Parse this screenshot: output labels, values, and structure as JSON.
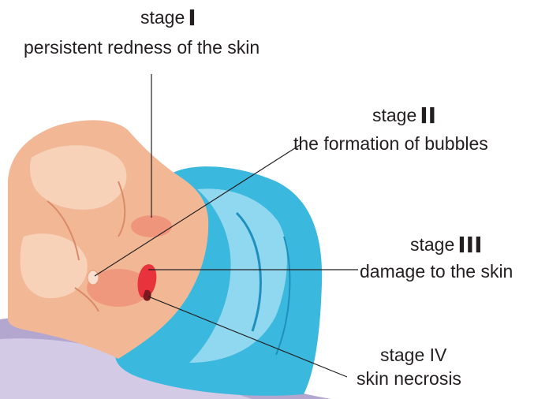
{
  "stages": [
    {
      "stage_word": "stage",
      "numeral": "I",
      "description": "persistent redness of the skin"
    },
    {
      "stage_word": "stage",
      "numeral": "II",
      "description": "the formation of bubbles"
    },
    {
      "stage_word": "stage",
      "numeral": "III",
      "description": "damage to the skin"
    },
    {
      "stage_word": "stage IV",
      "numeral": "",
      "description": "skin necrosis"
    }
  ],
  "colors": {
    "skin": "#f2b896",
    "skin_light": "#f7d2b8",
    "skin_shadow": "#e49c78",
    "pillow": "#3bb8de",
    "pillow_light": "#8fd8ef",
    "pillow_dark": "#1f8fbe",
    "sheet": "#b3a6cf",
    "sheet_light": "#d3cae6",
    "redness": "#ee8a72",
    "wound": "#e8323c",
    "leader_line": "#231f20",
    "text": "#231f20"
  }
}
